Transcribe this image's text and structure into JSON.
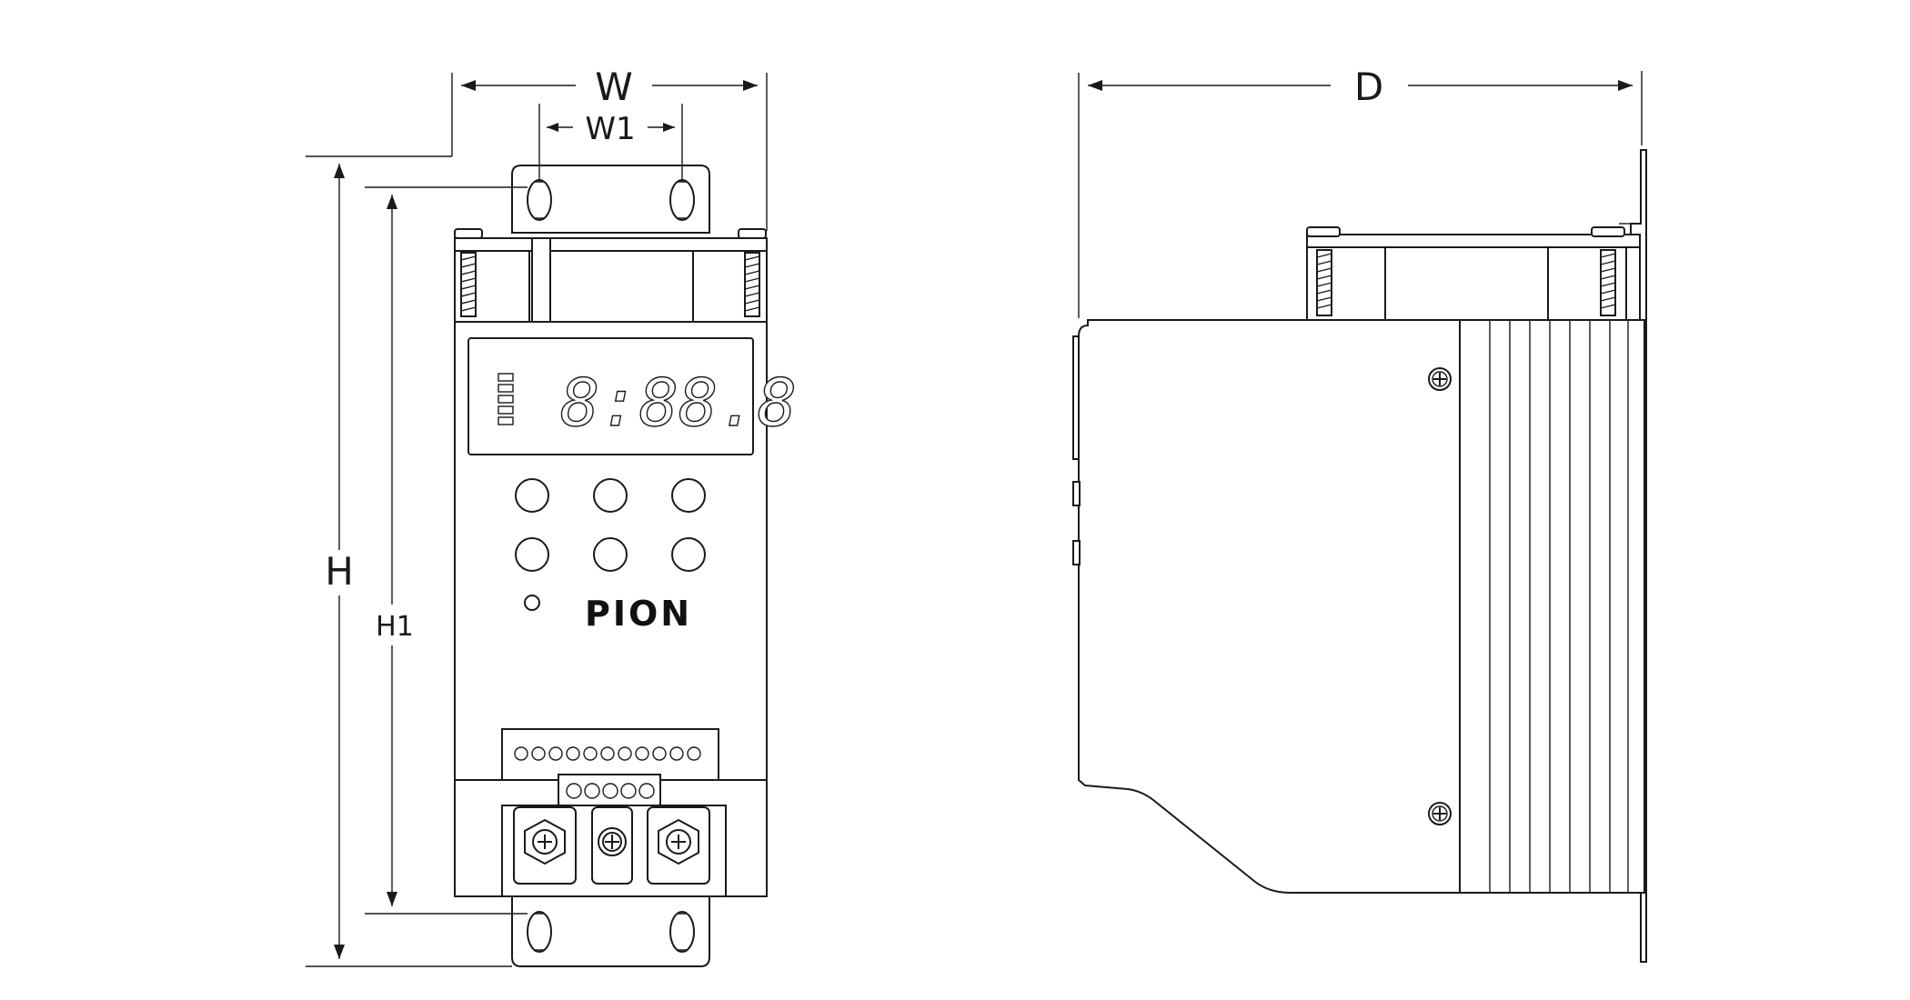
{
  "dimensions": {
    "w": "W",
    "w1": "W1",
    "h": "H",
    "h1": "H1",
    "d": "D"
  },
  "front_view": {
    "brand_logo_text": "PION",
    "display_text": "8:88.8",
    "buttons": 6,
    "terminal_top_holes": 11,
    "terminal_mid_holes": 5
  },
  "side_view": {
    "heatsink_fins": 9
  }
}
